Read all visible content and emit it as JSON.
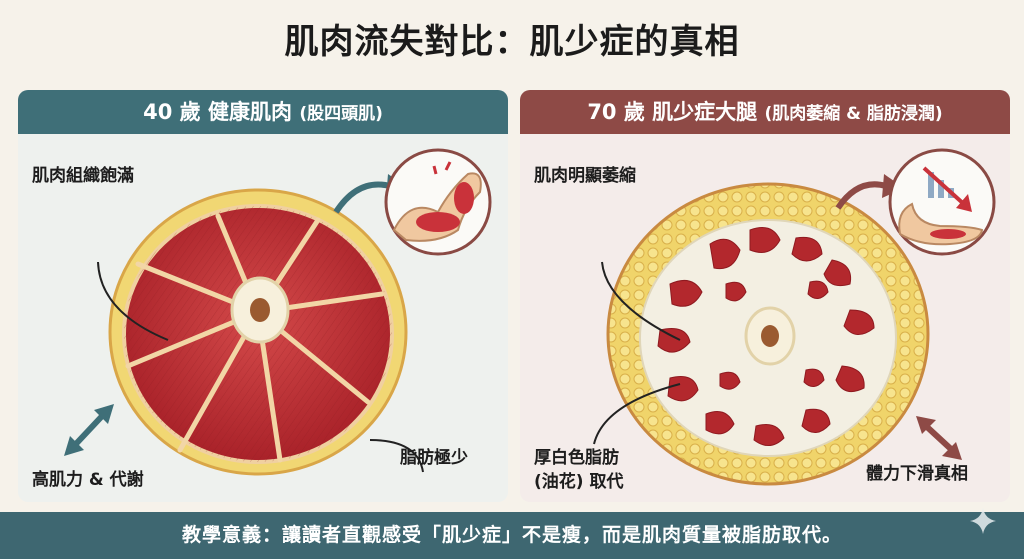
{
  "title": "肌肉流失對比：肌少症的真相",
  "left_panel": {
    "heading": "40 歲 健康肌肉",
    "heading_sub": "(股四頭肌)",
    "labels": {
      "muscle_full": "肌肉組織飽滿",
      "fat_minimal": "脂肪極少",
      "strength_metabolism": "高肌力 & 代謝"
    }
  },
  "right_panel": {
    "heading": "70 歲 肌少症大腿",
    "heading_sub": "(肌肉萎縮 & 脂肪浸潤)",
    "labels": {
      "muscle_atrophy": "肌肉明顯萎縮",
      "fat_line1": "厚白色脂肪",
      "fat_line2": "(油花) 取代",
      "strength_decline": "體力下滑真相"
    }
  },
  "footer": "教學意義：讓讀者直觀感受「肌少症」不是瘦，而是肌肉質量被脂肪取代。",
  "colors": {
    "left_header": "#3f6f78",
    "right_header": "#8e4a46",
    "footer_bar": "#3e6771",
    "muscle_red": "#b3282d",
    "fat_yellow": "#f0d46a",
    "marbling_white": "#f3efe2"
  }
}
